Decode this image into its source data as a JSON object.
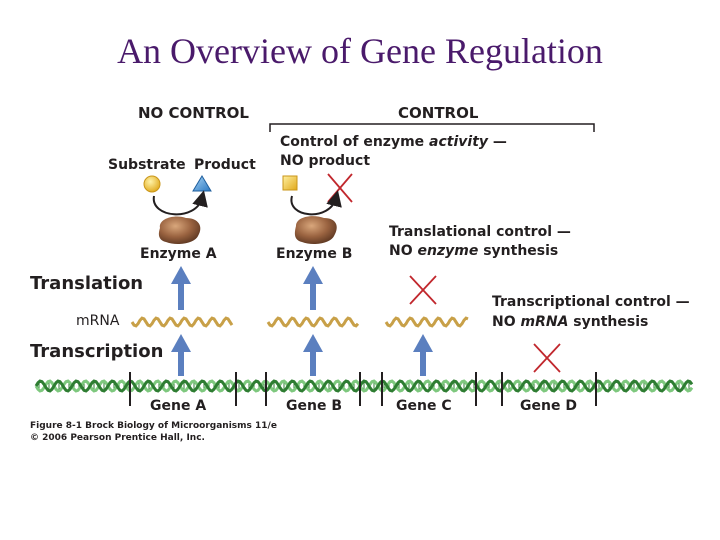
{
  "title": "An Overview of Gene Regulation",
  "header": {
    "no_control": "NO CONTROL",
    "control": "CONTROL"
  },
  "labels": {
    "substrate": "Substrate",
    "product": "Product",
    "enzyme_a": "Enzyme A",
    "enzyme_b": "Enzyme B",
    "translation": "Translation",
    "mrna": "mRNA",
    "transcription": "Transcription",
    "gene_a": "Gene A",
    "gene_b": "Gene B",
    "gene_c": "Gene C",
    "gene_d": "Gene D"
  },
  "control_types": {
    "enzyme_activity": {
      "line1_prefix": "Control of enzyme ",
      "line1_italic": "activity",
      "line1_suffix": " —",
      "line2": "NO product"
    },
    "translational": {
      "line1": "Translational control —",
      "line2_prefix": "NO ",
      "line2_italic": "enzyme",
      "line2_suffix": " synthesis"
    },
    "transcriptional": {
      "line1": "Transcriptional control —",
      "line2_prefix": "NO ",
      "line2_italic": "mRNA",
      "line2_suffix": " synthesis"
    }
  },
  "caption": {
    "line1": "Figure 8-1 Brock Biology of Microorganisms 11/e",
    "line2": "© 2006 Pearson Prentice Hall, Inc."
  },
  "colors": {
    "title": "#4a1a6b",
    "arrow": "#5b7fbf",
    "block_x": "#c1272d",
    "mrna": "#c8a048",
    "dna_light": "#7ec87e",
    "dna_dark": "#2e7d32",
    "enzyme": "#8b5a3c",
    "substrate": "#f2c12e",
    "product": "#3a8fd6"
  }
}
